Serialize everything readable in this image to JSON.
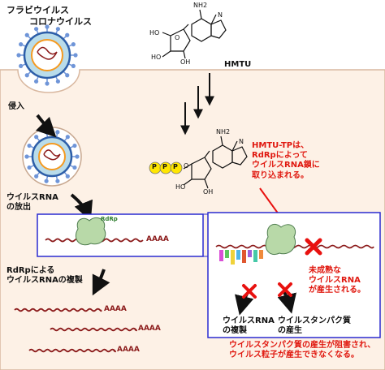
{
  "labels": {
    "flavivirus": "フラビウイルス",
    "coronavirus": "コロナウイルス",
    "invasion": "侵入",
    "rna_release": "ウイルスRNA\nの放出",
    "rdrp_replication": "RdRpによる\nウイルスRNAの複製",
    "hmtu": "HMTU",
    "incorporation": "HMTU-TPは、\nRdRpによって\nウイルスRNA鎖に\n取り込まれる。",
    "rdrp": "RdRp",
    "immature_rna": "未成熟な\nウイルスRNA\nが産生される。",
    "rna_replication": "ウイルスRNA\nの複製",
    "protein_production": "ウイルスタンパク質\nの産生",
    "conclusion": "ウイルスタンパク質の産生が阻害され、\nウイルス粒子が産生できなくなる。",
    "polya": "AAAA",
    "phosphate": "P",
    "nh2": "NH2",
    "ho": "HO",
    "oh": "OH",
    "o": "O",
    "n": "N"
  },
  "colors": {
    "cell_background": "#fdf1e6",
    "cell_border": "#d9b8a0",
    "rna": "#8b1a1a",
    "box_border": "#2a2ad0",
    "polymerase": "#b8d9a8",
    "polymerase_outline": "#4f7d4f",
    "phosphate_fill": "#ffe600",
    "block_x": "#e8110f",
    "text_red": "#e0180f",
    "virion_fill": "#b9dcea",
    "virion_envelope": "#2d5ea8",
    "virion_spike": "#6f95d8",
    "virion_core": "#f59a20",
    "nucleotide_bars": [
      "#d94fd6",
      "#5cc75c",
      "#f0d23a",
      "#4fb6e8",
      "#e0572f",
      "#a05fd8",
      "#46c9a8",
      "#f08a3c"
    ]
  }
}
